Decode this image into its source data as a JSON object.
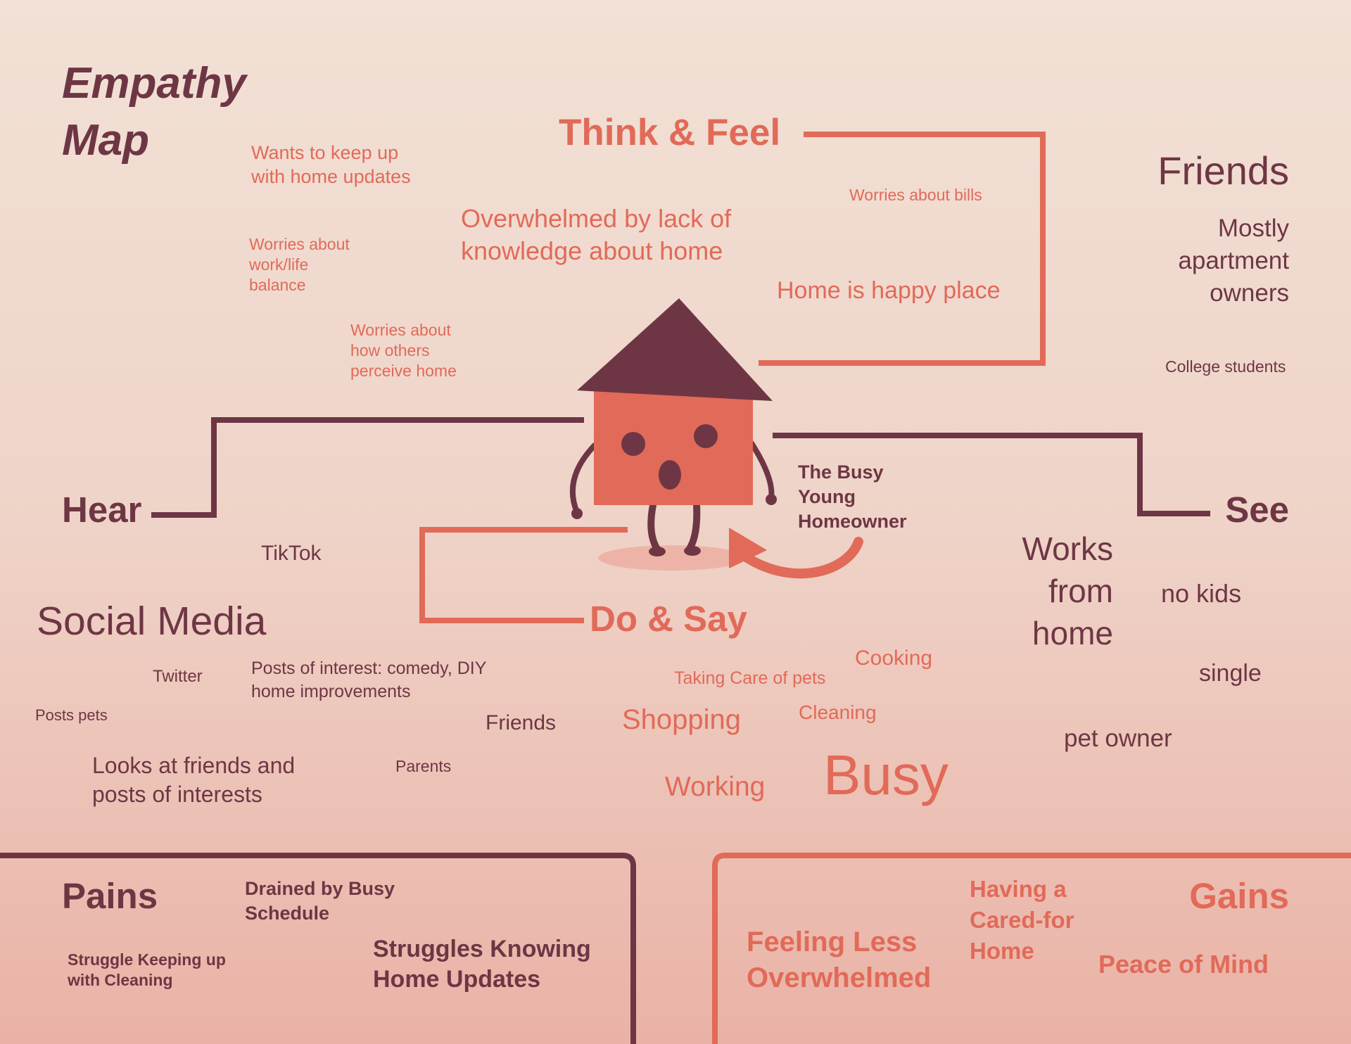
{
  "colors": {
    "dark": "#6e3644",
    "accent": "#e16a58"
  },
  "title": "Empathy\nMap",
  "persona": "The Busy\nYoung\nHomeowner",
  "think_feel": {
    "heading": "Think & Feel",
    "items": [
      "Wants to keep up\nwith home updates",
      "Worries about\nwork/life\nbalance",
      "Worries about\nhow others\nperceive home",
      "Overwhelmed by lack of\nknowledge about home",
      "Worries about bills",
      "Home is happy place"
    ]
  },
  "friends": {
    "heading": "Friends",
    "items": [
      "Mostly\napartment\nowners",
      "College students"
    ]
  },
  "hear": {
    "heading": "Hear",
    "items": [
      "TikTok",
      "Social Media",
      "Twitter",
      "Posts of interest: comedy, DIY\nhome improvements",
      "Posts pets",
      "Looks at friends and\nposts of interests",
      "Friends",
      "Parents"
    ]
  },
  "see": {
    "heading": "See",
    "items": [
      "Works\nfrom\nhome",
      "no kids",
      "single",
      "pet owner"
    ]
  },
  "do_say": {
    "heading": "Do & Say",
    "items": [
      "Cooking",
      "Taking Care of pets",
      "Shopping",
      "Cleaning",
      "Working",
      "Busy"
    ]
  },
  "pains": {
    "heading": "Pains",
    "items": [
      "Drained by Busy\nSchedule",
      "Struggle Keeping up\nwith Cleaning",
      "Struggles Knowing\nHome Updates"
    ]
  },
  "gains": {
    "heading": "Gains",
    "items": [
      "Having a\nCared-for\nHome",
      "Feeling Less\nOverwhelmed",
      "Peace of Mind"
    ]
  }
}
